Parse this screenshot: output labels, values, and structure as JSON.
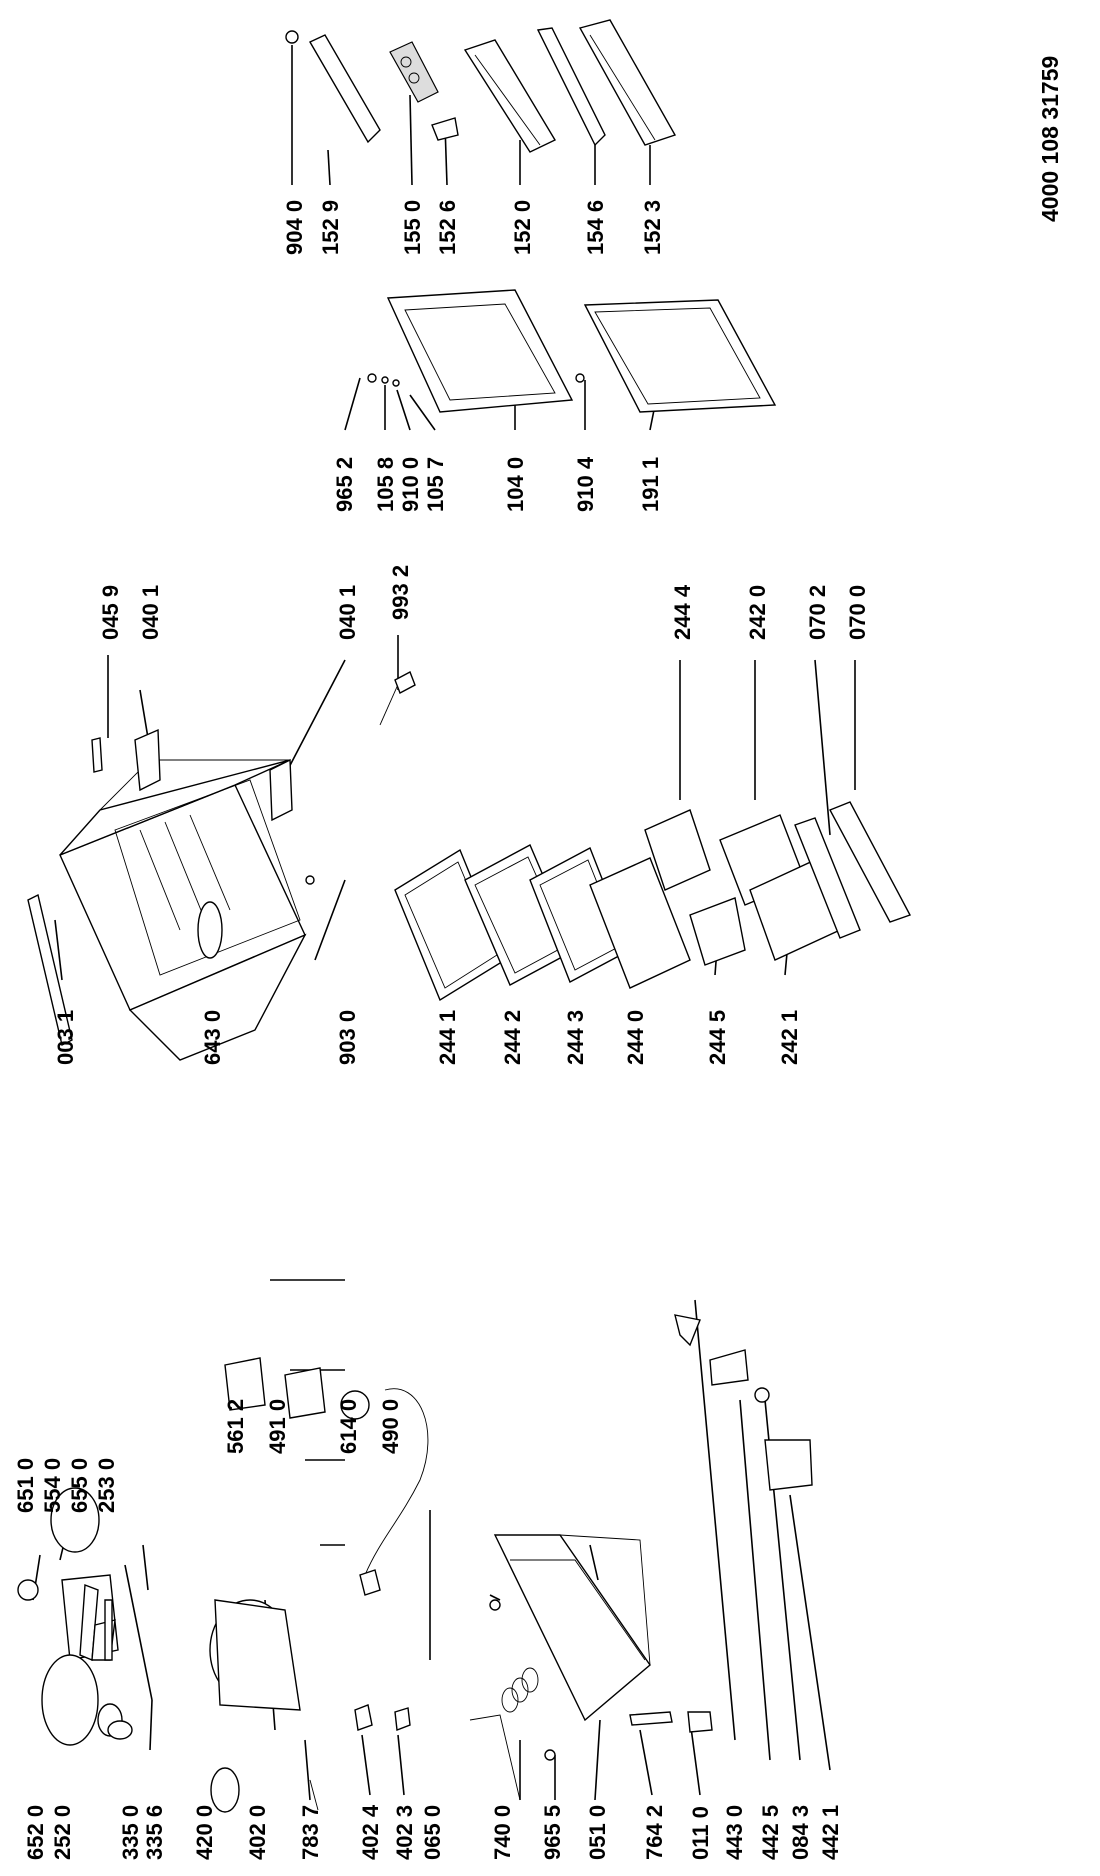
{
  "document_code": "4000 108 31759",
  "labels": [
    {
      "id": "651-0",
      "text": "651 0"
    },
    {
      "id": "554-0",
      "text": "554 0"
    },
    {
      "id": "655-0",
      "text": "655 0"
    },
    {
      "id": "253-0",
      "text": "253 0"
    },
    {
      "id": "652-0",
      "text": "652 0"
    },
    {
      "id": "252-0",
      "text": "252 0"
    },
    {
      "id": "335-0",
      "text": "335 0"
    },
    {
      "id": "335-6",
      "text": "335 6"
    },
    {
      "id": "561-2",
      "text": "561 2"
    },
    {
      "id": "491-0",
      "text": "491 0"
    },
    {
      "id": "614-0",
      "text": "614 0"
    },
    {
      "id": "490-0",
      "text": "490 0"
    },
    {
      "id": "420-0",
      "text": "420 0"
    },
    {
      "id": "402-0",
      "text": "402 0"
    },
    {
      "id": "783-7",
      "text": "783 7"
    },
    {
      "id": "402-4",
      "text": "402 4"
    },
    {
      "id": "402-3",
      "text": "402 3"
    },
    {
      "id": "065-0",
      "text": "065 0"
    },
    {
      "id": "740-0",
      "text": "740 0"
    },
    {
      "id": "965-5",
      "text": "965 5"
    },
    {
      "id": "051-0",
      "text": "051 0"
    },
    {
      "id": "764-2",
      "text": "764 2"
    },
    {
      "id": "011-0",
      "text": "011 0"
    },
    {
      "id": "443-0",
      "text": "443 0"
    },
    {
      "id": "442-5",
      "text": "442 5"
    },
    {
      "id": "084-3",
      "text": "084 3"
    },
    {
      "id": "442-1",
      "text": "442 1"
    },
    {
      "id": "003-1",
      "text": "003 1"
    },
    {
      "id": "643-0",
      "text": "643 0"
    },
    {
      "id": "903-0",
      "text": "903 0"
    },
    {
      "id": "244-1",
      "text": "244 1"
    },
    {
      "id": "244-2",
      "text": "244 2"
    },
    {
      "id": "244-3",
      "text": "244 3"
    },
    {
      "id": "244-0",
      "text": "244 0"
    },
    {
      "id": "244-5",
      "text": "244 5"
    },
    {
      "id": "242-1",
      "text": "242 1"
    },
    {
      "id": "244-4",
      "text": "244 4"
    },
    {
      "id": "242-0",
      "text": "242 0"
    },
    {
      "id": "070-2",
      "text": "070 2"
    },
    {
      "id": "070-0",
      "text": "070 0"
    },
    {
      "id": "045-9",
      "text": "045 9"
    },
    {
      "id": "040-1a",
      "text": "040 1"
    },
    {
      "id": "040-1b",
      "text": "040 1"
    },
    {
      "id": "993-2",
      "text": "993 2"
    },
    {
      "id": "965-2",
      "text": "965 2"
    },
    {
      "id": "105-8",
      "text": "105 8"
    },
    {
      "id": "910-0",
      "text": "910 0"
    },
    {
      "id": "105-7",
      "text": "105 7"
    },
    {
      "id": "104-0",
      "text": "104 0"
    },
    {
      "id": "910-4",
      "text": "910 4"
    },
    {
      "id": "191-1",
      "text": "191 1"
    },
    {
      "id": "904-0",
      "text": "904 0"
    },
    {
      "id": "152-9",
      "text": "152 9"
    },
    {
      "id": "155-0",
      "text": "155 0"
    },
    {
      "id": "152-6",
      "text": "152 6"
    },
    {
      "id": "152-0",
      "text": "152 0"
    },
    {
      "id": "154-6",
      "text": "154 6"
    },
    {
      "id": "152-3",
      "text": "152 3"
    }
  ]
}
